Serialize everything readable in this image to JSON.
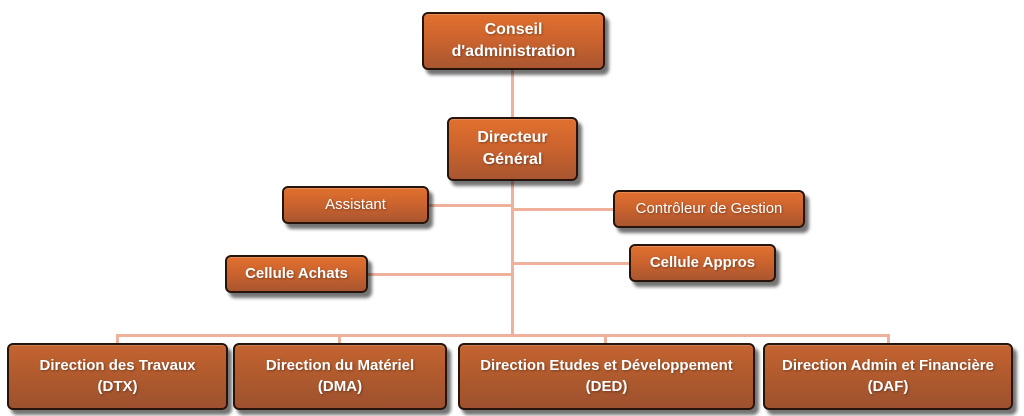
{
  "colors": {
    "connector": "#f0b19b",
    "box_gradient_top": "#e0702e",
    "box_gradient_bottom": "#a95630",
    "box_border": "#261309",
    "text": "#ffffff",
    "background": "#ffffff"
  },
  "nodes": {
    "conseil": {
      "line1": "Conseil",
      "line2": "d'administration"
    },
    "dg": {
      "line1": "Directeur",
      "line2": "Général"
    },
    "assistant": {
      "line1": "Assistant"
    },
    "controleur": {
      "line1": "Contrôleur de Gestion"
    },
    "achats": {
      "line1": "Cellule Achats"
    },
    "appros": {
      "line1": "Cellule Appros"
    },
    "dtx": {
      "line1": "Direction des Travaux",
      "line2": "(DTX)"
    },
    "dma": {
      "line1": "Direction du Matériel",
      "line2": "(DMA)"
    },
    "ded": {
      "line1": "Direction Etudes et Développement",
      "line2": "(DED)"
    },
    "daf": {
      "line1": "Direction Admin et Financière",
      "line2": "(DAF)"
    }
  }
}
